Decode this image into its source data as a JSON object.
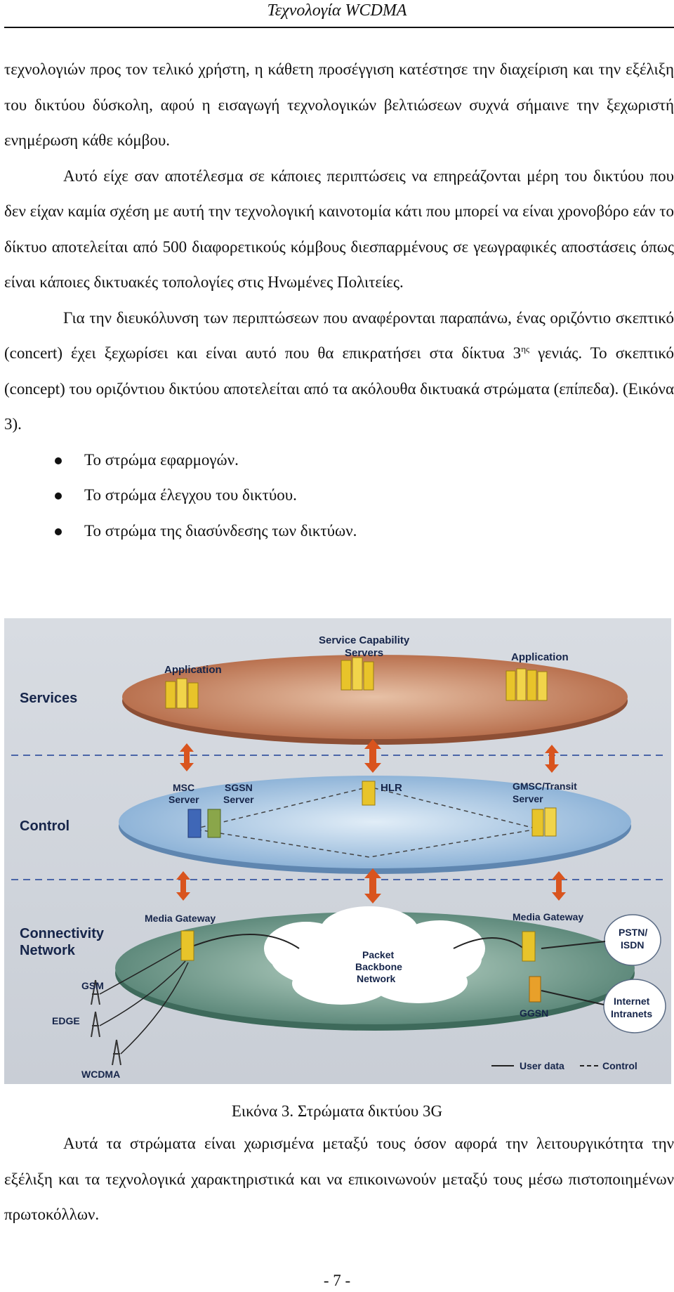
{
  "header": {
    "title": "Τεχνολογία WCDMA"
  },
  "paragraphs": {
    "p1": "τεχνολογιών προς τον τελικό χρήστη, η κάθετη προσέγγιση κατέστησε την διαχείριση και την εξέλιξη του δικτύου δύσκολη, αφού η εισαγωγή τεχνολογικών βελτιώσεων συχνά σήμαινε την ξεχωριστή ενημέρωση κάθε κόμβου.",
    "p2": "Αυτό είχε σαν αποτέλεσμα σε κάποιες περιπτώσεις να επηρεάζονται μέρη του δικτύου που δεν είχαν καμία σχέση με αυτή την τεχνολογική καινοτομία κάτι που μπορεί να είναι χρονοβόρο εάν το δίκτυο αποτελείται από 500 διαφορετικούς κόμβους διεσπαρμένους σε γεωγραφικές αποστάσεις όπως είναι κάποιες δικτυακές τοπολογίες στις Ηνωμένες Πολιτείες.",
    "p3_before_sup": "Για την διευκόλυνση των περιπτώσεων που αναφέρονται παραπάνω, ένας οριζόντιο σκεπτικό (concert) έχει ξεχωρίσει και είναι αυτό που θα επικρατήσει στα δίκτυα 3",
    "p3_sup": "ης",
    "p3_after_sup": " γενιάς. Το σκεπτικό (concept) του οριζόντιου δικτύου αποτελείται από τα ακόλουθα δικτυακά στρώματα (επίπεδα). (Εικόνα 3).",
    "bullets": [
      "Το στρώμα εφαρμογών.",
      "Το στρώμα έλεγχου του δικτύου.",
      "Το στρώμα της διασύνδεσης των δικτύων."
    ],
    "p4": "Αυτά τα στρώματα είναι χωρισμένα μεταξύ τους όσον αφορά την λειτουργικότητα την εξέλιξη και τα τεχνολογικά χαρακτηριστικά και να επικοινωνούν μεταξύ τους  μέσω πιστοποιημένων πρωτοκόλλων."
  },
  "figure": {
    "caption": "Εικόνα 3. Στρώματα δικτύου 3G",
    "layers": {
      "services": "Services",
      "control": "Control",
      "connectivity_1": "Connectivity",
      "connectivity_2": "Network"
    },
    "labels": {
      "application_left": "Application",
      "service_cap_1": "Service Capability",
      "service_cap_2": "Servers",
      "application_right": "Application",
      "msc_1": "MSC",
      "msc_2": "Server",
      "sgsn_1": "SGSN",
      "sgsn_2": "Server",
      "hlr": "HLR",
      "gmsc_1": "GMSC/Transit",
      "gmsc_2": "Server",
      "media_gw_left": "Media Gateway",
      "media_gw_right": "Media Gateway",
      "packet_1": "Packet",
      "packet_2": "Backbone",
      "packet_3": "Network",
      "pstn_1": "PSTN/",
      "pstn_2": "ISDN",
      "internet_1": "Internet",
      "internet_2": "Intranets",
      "ggsn": "GGSN",
      "gsm": "GSM",
      "edge": "EDGE",
      "wcdma": "WCDMA",
      "legend_user": "User data",
      "legend_control": "Control"
    },
    "colors": {
      "services_ring": "#b9714f",
      "control_ring": "#8fb4d8",
      "connectivity_ring": "#6f9a8c",
      "arrow": "#d9541e",
      "server_yellow": "#e8c42a",
      "server_blue": "#3f67b7",
      "server_green": "#8aa64a",
      "label_navy": "#16254a"
    }
  },
  "page_number": "- 7 -"
}
